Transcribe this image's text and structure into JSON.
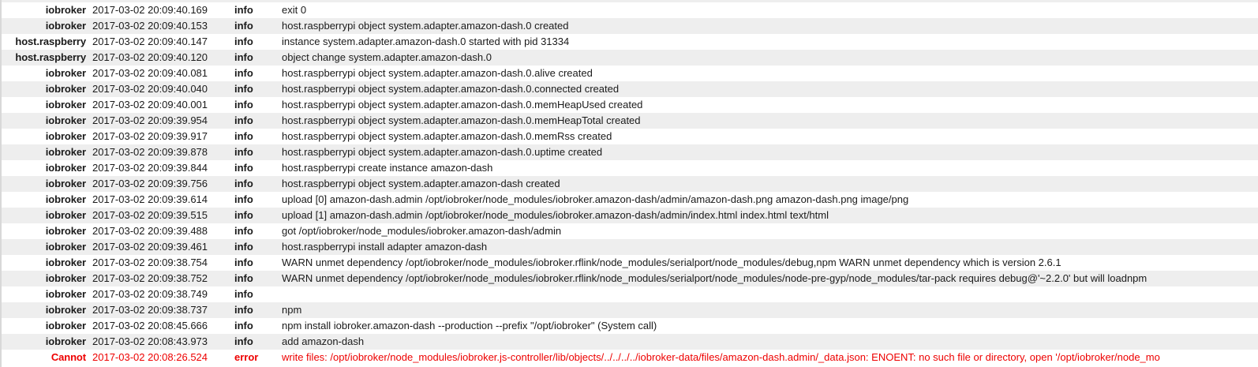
{
  "log": {
    "columns": [
      "source",
      "timestamp",
      "severity",
      "message"
    ],
    "severity_colors": {
      "info": "#1a1a1a",
      "error": "#ee0000"
    },
    "row_colors": {
      "even": "#ffffff",
      "odd": "#eeeeee"
    },
    "rows": [
      {
        "source": "iobroker",
        "timestamp": "2017-03-02 20:09:40.169",
        "severity": "info",
        "message": "exit 0"
      },
      {
        "source": "iobroker",
        "timestamp": "2017-03-02 20:09:40.153",
        "severity": "info",
        "message": "host.raspberrypi object system.adapter.amazon-dash.0 created"
      },
      {
        "source": "host.raspberry",
        "timestamp": "2017-03-02 20:09:40.147",
        "severity": "info",
        "message": "instance system.adapter.amazon-dash.0 started with pid 31334"
      },
      {
        "source": "host.raspberry",
        "timestamp": "2017-03-02 20:09:40.120",
        "severity": "info",
        "message": "object change system.adapter.amazon-dash.0"
      },
      {
        "source": "iobroker",
        "timestamp": "2017-03-02 20:09:40.081",
        "severity": "info",
        "message": "host.raspberrypi object system.adapter.amazon-dash.0.alive created"
      },
      {
        "source": "iobroker",
        "timestamp": "2017-03-02 20:09:40.040",
        "severity": "info",
        "message": "host.raspberrypi object system.adapter.amazon-dash.0.connected created"
      },
      {
        "source": "iobroker",
        "timestamp": "2017-03-02 20:09:40.001",
        "severity": "info",
        "message": "host.raspberrypi object system.adapter.amazon-dash.0.memHeapUsed created"
      },
      {
        "source": "iobroker",
        "timestamp": "2017-03-02 20:09:39.954",
        "severity": "info",
        "message": "host.raspberrypi object system.adapter.amazon-dash.0.memHeapTotal created"
      },
      {
        "source": "iobroker",
        "timestamp": "2017-03-02 20:09:39.917",
        "severity": "info",
        "message": "host.raspberrypi object system.adapter.amazon-dash.0.memRss created"
      },
      {
        "source": "iobroker",
        "timestamp": "2017-03-02 20:09:39.878",
        "severity": "info",
        "message": "host.raspberrypi object system.adapter.amazon-dash.0.uptime created"
      },
      {
        "source": "iobroker",
        "timestamp": "2017-03-02 20:09:39.844",
        "severity": "info",
        "message": "host.raspberrypi create instance amazon-dash"
      },
      {
        "source": "iobroker",
        "timestamp": "2017-03-02 20:09:39.756",
        "severity": "info",
        "message": "host.raspberrypi object system.adapter.amazon-dash created"
      },
      {
        "source": "iobroker",
        "timestamp": "2017-03-02 20:09:39.614",
        "severity": "info",
        "message": "upload [0] amazon-dash.admin /opt/iobroker/node_modules/iobroker.amazon-dash/admin/amazon-dash.png amazon-dash.png image/png"
      },
      {
        "source": "iobroker",
        "timestamp": "2017-03-02 20:09:39.515",
        "severity": "info",
        "message": "upload [1] amazon-dash.admin /opt/iobroker/node_modules/iobroker.amazon-dash/admin/index.html index.html text/html"
      },
      {
        "source": "iobroker",
        "timestamp": "2017-03-02 20:09:39.488",
        "severity": "info",
        "message": "got /opt/iobroker/node_modules/iobroker.amazon-dash/admin"
      },
      {
        "source": "iobroker",
        "timestamp": "2017-03-02 20:09:39.461",
        "severity": "info",
        "message": "host.raspberrypi install adapter amazon-dash"
      },
      {
        "source": "iobroker",
        "timestamp": "2017-03-02 20:09:38.754",
        "severity": "info",
        "message": "WARN unmet dependency /opt/iobroker/node_modules/iobroker.rflink/node_modules/serialport/node_modules/debug,npm WARN unmet dependency which is version 2.6.1"
      },
      {
        "source": "iobroker",
        "timestamp": "2017-03-02 20:09:38.752",
        "severity": "info",
        "message": "WARN unmet dependency /opt/iobroker/node_modules/iobroker.rflink/node_modules/serialport/node_modules/node-pre-gyp/node_modules/tar-pack requires debug@'~2.2.0' but will loadnpm"
      },
      {
        "source": "iobroker",
        "timestamp": "2017-03-02 20:09:38.749",
        "severity": "info",
        "message": ""
      },
      {
        "source": "iobroker",
        "timestamp": "2017-03-02 20:09:38.737",
        "severity": "info",
        "message": "npm"
      },
      {
        "source": "iobroker",
        "timestamp": "2017-03-02 20:08:45.666",
        "severity": "info",
        "message": "npm install iobroker.amazon-dash --production --prefix \"/opt/iobroker\" (System call)"
      },
      {
        "source": "iobroker",
        "timestamp": "2017-03-02 20:08:43.973",
        "severity": "info",
        "message": "add amazon-dash"
      },
      {
        "source": "Cannot",
        "timestamp": "2017-03-02 20:08:26.524",
        "severity": "error",
        "message": "write files: /opt/iobroker/node_modules/iobroker.js-controller/lib/objects/../../../../iobroker-data/files/amazon-dash.admin/_data.json: ENOENT: no such file or directory, open '/opt/iobroker/node_mo"
      }
    ]
  }
}
